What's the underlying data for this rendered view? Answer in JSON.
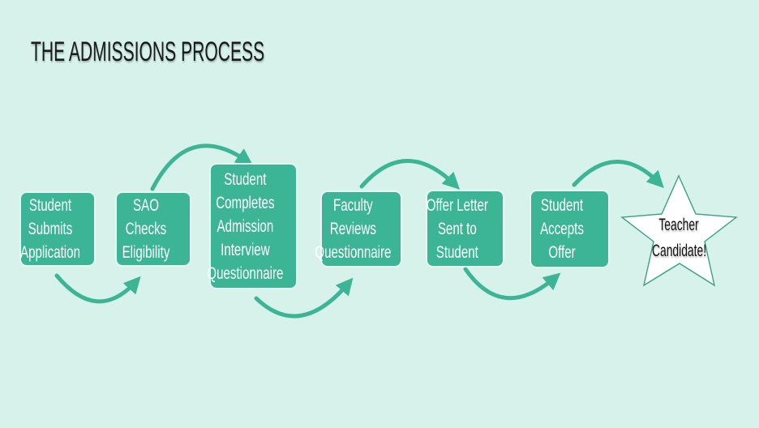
{
  "title": "THE ADMISSIONS PROCESS",
  "colors": {
    "background": "#D6F2EA",
    "step_fill": "#3BB595",
    "step_border": "#E6F7F1",
    "arrow": "#3BB595",
    "star_fill": "#FFFFFF",
    "star_stroke": "#3B9F86",
    "step_text": "#FFFFFF",
    "star_text": "#111111"
  },
  "steps": [
    {
      "label": "Student\nSubmits\nApplication"
    },
    {
      "label": "SAO Checks\nEligibility"
    },
    {
      "label": "Student\nCompletes\nAdmission\nInterview\nQuestionnaire"
    },
    {
      "label": "Faculty\nReviews\nQuestionnaire"
    },
    {
      "label": "Offer Letter\nSent to\nStudent"
    },
    {
      "label": "Student\nAccepts Offer"
    }
  ],
  "final": {
    "shape": "star",
    "label": "Teacher\nCandidate!"
  },
  "connectors": [
    {
      "from": 0,
      "to": 1,
      "direction": "below"
    },
    {
      "from": 1,
      "to": 2,
      "direction": "above"
    },
    {
      "from": 2,
      "to": 3,
      "direction": "below"
    },
    {
      "from": 3,
      "to": 4,
      "direction": "above"
    },
    {
      "from": 4,
      "to": 5,
      "direction": "below"
    },
    {
      "from": 5,
      "to": "final",
      "direction": "above"
    }
  ]
}
